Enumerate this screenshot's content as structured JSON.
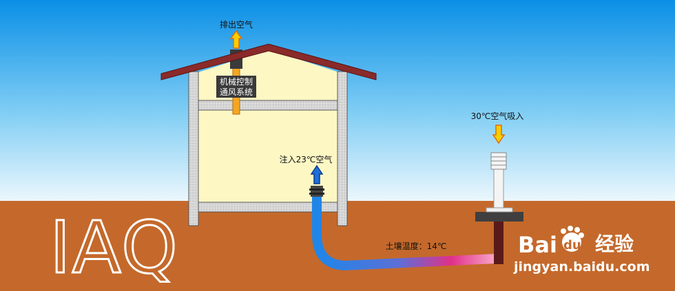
{
  "labels": {
    "exhaust_air": "排出空气",
    "ventilation_system_line1": "机械控制",
    "ventilation_system_line2": "通风系统",
    "intake_air": "30℃空气吸入",
    "injected_air": "注入23℃空气",
    "soil_temperature": "土壤温度：14℃"
  },
  "big_title": "IAQ",
  "watermark": {
    "brand": "Bai",
    "brand_suffix": "du",
    "brand_cn": "经验",
    "url": "jingyan.baidu.com"
  },
  "colors": {
    "sky_top": "#0a8fe6",
    "sky_bottom": "#e8f6fd",
    "ground": "#c4692b",
    "roof": "#8a2a2a",
    "interior": "#fdf7c4",
    "wall": "#d8d8d8",
    "pipe_blue": "#1f86e8",
    "pipe_pink": "#f02a78",
    "arrow_orange": "#f7a21b",
    "arrow_blue": "#1f6fd8"
  }
}
